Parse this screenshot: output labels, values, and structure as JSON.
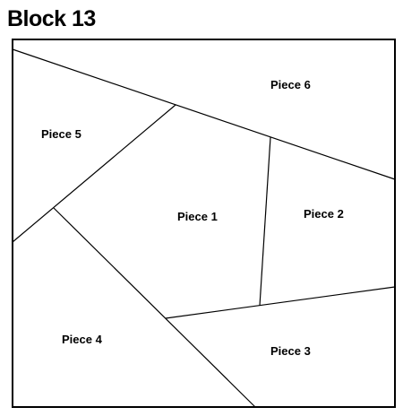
{
  "title": "Block 13",
  "pieces": [
    {
      "id": "piece-1",
      "label": "Piece 1"
    },
    {
      "id": "piece-2",
      "label": "Piece 2"
    },
    {
      "id": "piece-3",
      "label": "Piece 3"
    },
    {
      "id": "piece-4",
      "label": "Piece 4"
    },
    {
      "id": "piece-5",
      "label": "Piece 5"
    },
    {
      "id": "piece-6",
      "label": "Piece 6"
    }
  ],
  "colors": {
    "line": "#000000",
    "background": "#ffffff"
  }
}
